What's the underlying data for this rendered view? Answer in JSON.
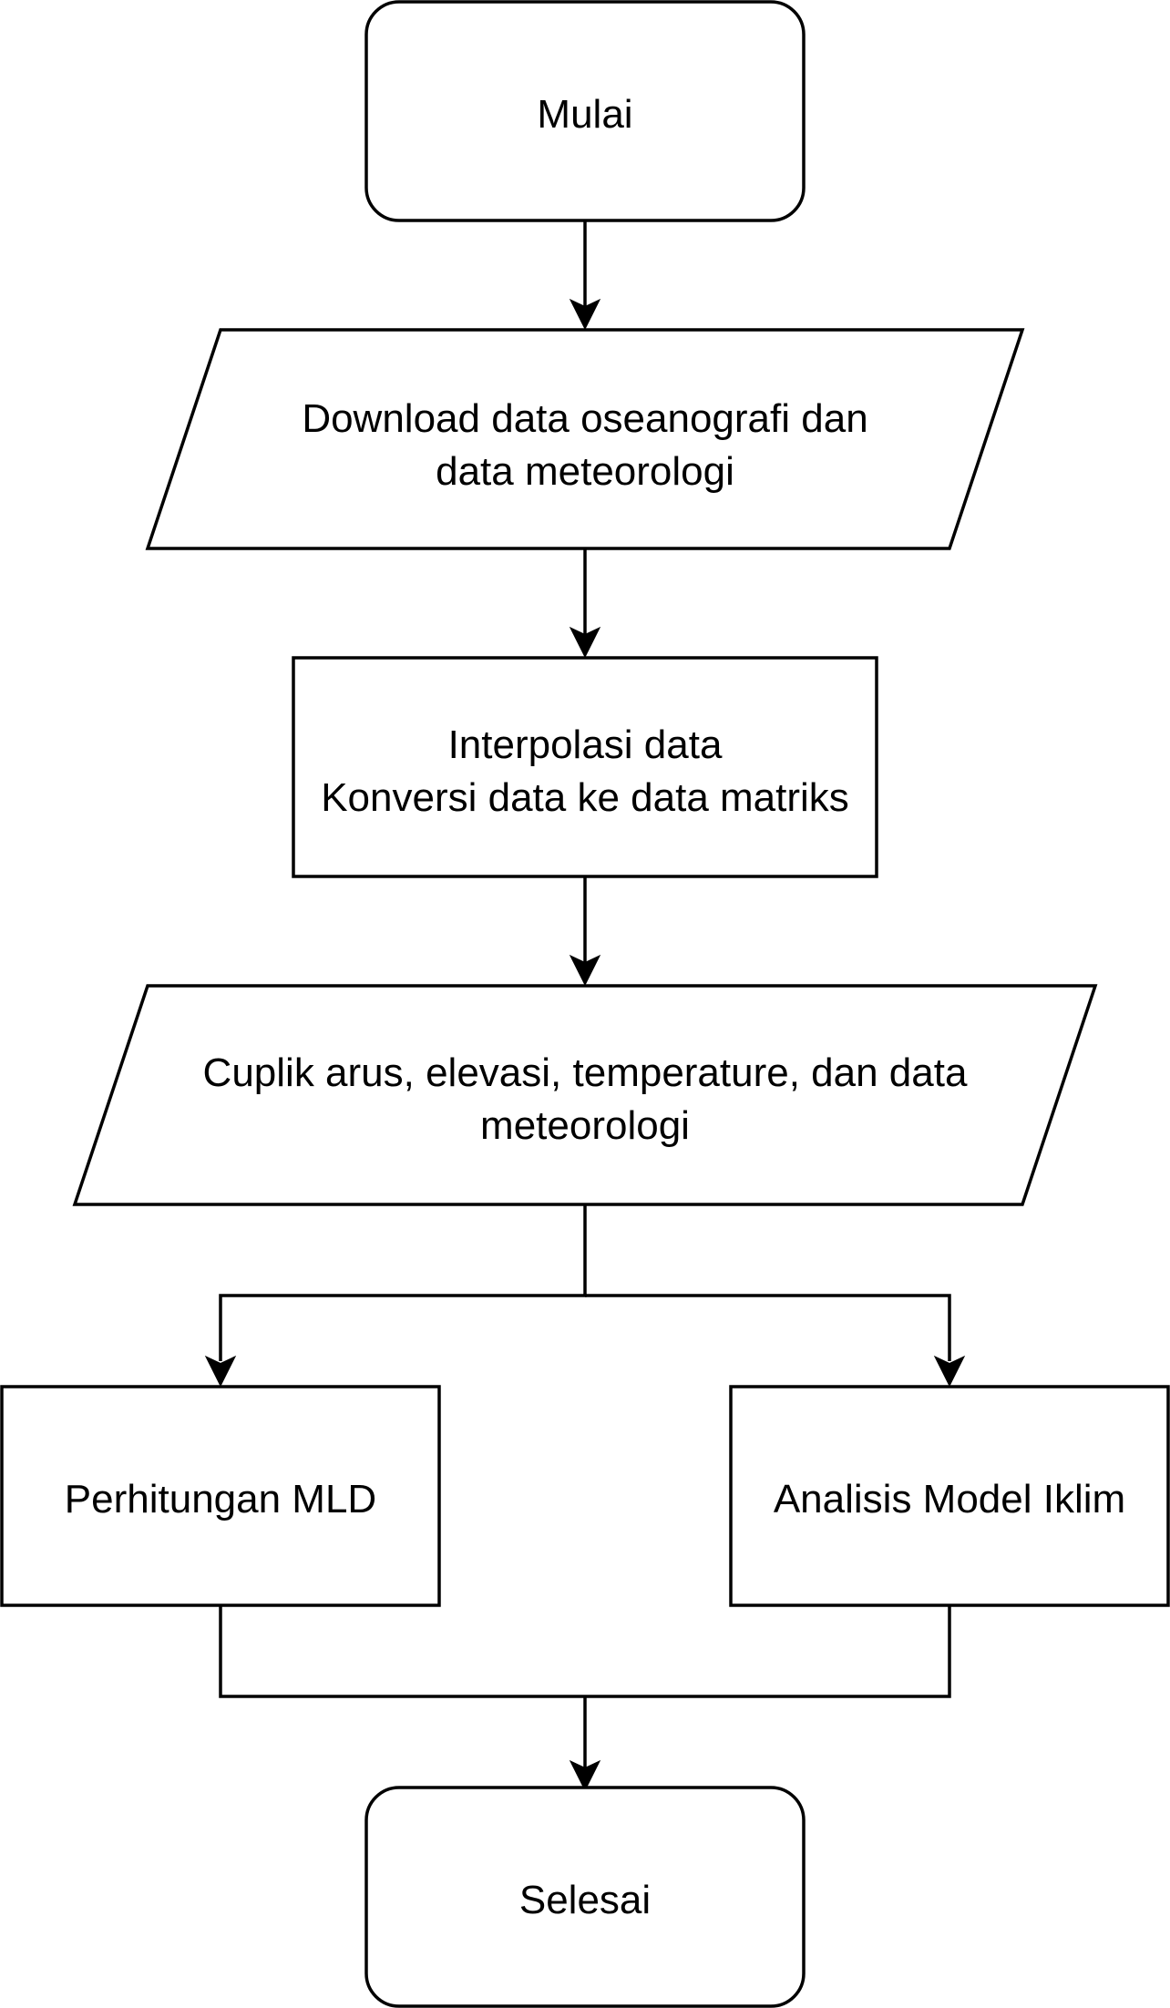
{
  "diagram": {
    "nodes": {
      "start": {
        "lines": [
          "Mulai"
        ]
      },
      "download": {
        "lines": [
          "Download data oseanografi dan",
          "data meteorologi"
        ]
      },
      "interpolate": {
        "lines": [
          "Interpolasi data",
          "Konversi data ke data matriks"
        ]
      },
      "extract": {
        "lines": [
          "Cuplik arus, elevasi, temperature, dan data",
          "meteorologi"
        ]
      },
      "mld": {
        "lines": [
          "Perhitungan MLD"
        ]
      },
      "climate": {
        "lines": [
          "Analisis Model Iklim"
        ]
      },
      "end": {
        "lines": [
          "Selesai"
        ]
      }
    },
    "colors": {
      "stroke": "#000000",
      "fill": "#ffffff",
      "text": "#000000"
    }
  }
}
